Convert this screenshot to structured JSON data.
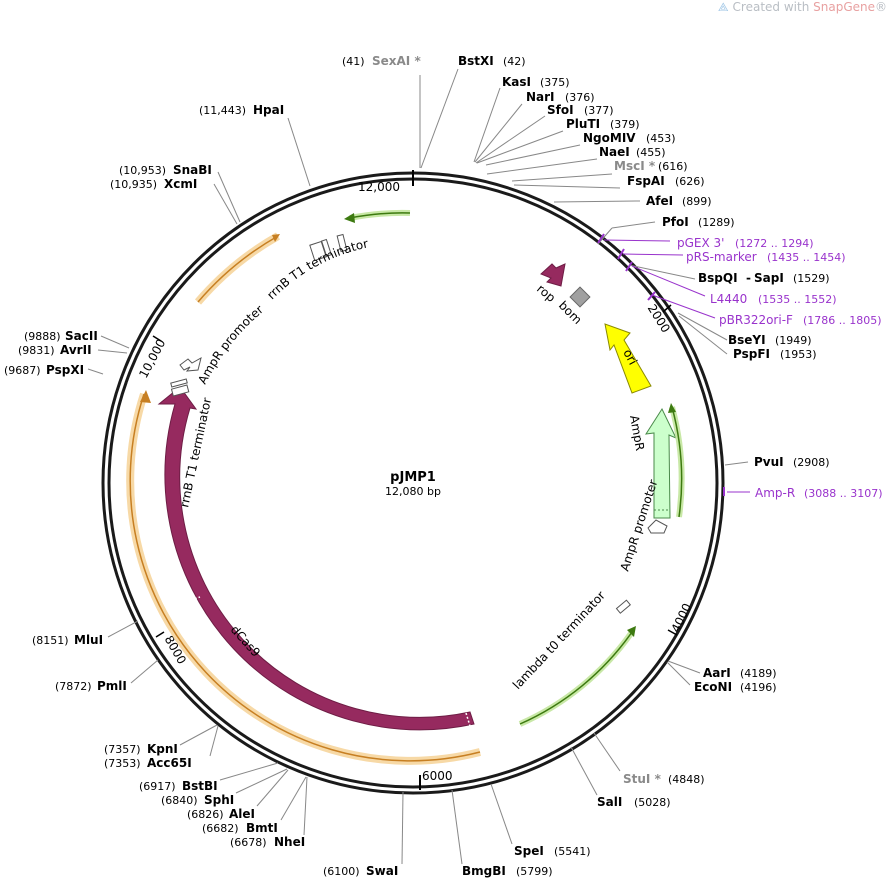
{
  "watermark": {
    "prefix": "Created with ",
    "brand": "SnapGene",
    "suffix": "®"
  },
  "plasmid": {
    "name": "pJMP1",
    "size_label": "12,080 bp"
  },
  "colors": {
    "backbone": "#1a1a1a",
    "dcas9": "#962a5f",
    "rop": "#962a5f",
    "ori": "#ffff00",
    "ampr": "#ccffcc",
    "terminator_arrow": "#66b81c",
    "orange_arc": "#f2b24d",
    "bom": "#a0a0a0",
    "primer": "#9933cc"
  },
  "tick_labels": [
    "12,000",
    "2000",
    "4000",
    "6000",
    "8000",
    "10,000"
  ],
  "sites": [
    {
      "name": "SexAI *",
      "pos": "(41)",
      "gray": true
    },
    {
      "name": "BstXI",
      "pos": "(42)"
    },
    {
      "name": "KasI",
      "pos": "(375)"
    },
    {
      "name": "NarI",
      "pos": "(376)"
    },
    {
      "name": "SfoI",
      "pos": "(377)"
    },
    {
      "name": "PluTI",
      "pos": "(379)"
    },
    {
      "name": "NgoMIV",
      "pos": "(453)"
    },
    {
      "name": "NaeI",
      "pos": "(455)"
    },
    {
      "name": "MscI *",
      "pos": "(616)",
      "gray": true
    },
    {
      "name": "FspAI",
      "pos": "(626)"
    },
    {
      "name": "AfeI",
      "pos": "(899)"
    },
    {
      "name": "PfoI",
      "pos": "(1289)"
    },
    {
      "name": "BspQI",
      "pos": "(1529)",
      "extra": "SapI"
    },
    {
      "name": "BseYI",
      "pos": "(1949)"
    },
    {
      "name": "PspFI",
      "pos": "(1953)"
    },
    {
      "name": "PvuI",
      "pos": "(2908)"
    },
    {
      "name": "AarI",
      "pos": "(4189)"
    },
    {
      "name": "EcoNI",
      "pos": "(4196)"
    },
    {
      "name": "StuI *",
      "pos": "(4848)",
      "gray": true
    },
    {
      "name": "SalI",
      "pos": "(5028)"
    },
    {
      "name": "SpeI",
      "pos": "(5541)"
    },
    {
      "name": "BmgBI",
      "pos": "(5799)"
    },
    {
      "name": "SwaI",
      "pos": "(6100)"
    },
    {
      "name": "NheI",
      "pos": "(6678)"
    },
    {
      "name": "BmtI",
      "pos": "(6682)"
    },
    {
      "name": "AleI",
      "pos": "(6826)"
    },
    {
      "name": "SphI",
      "pos": "(6840)"
    },
    {
      "name": "BstBI",
      "pos": "(6917)"
    },
    {
      "name": "Acc65I",
      "pos": "(7353)"
    },
    {
      "name": "KpnI",
      "pos": "(7357)"
    },
    {
      "name": "PmlI",
      "pos": "(7872)"
    },
    {
      "name": "MluI",
      "pos": "(8151)"
    },
    {
      "name": "PspXI",
      "pos": "(9687)"
    },
    {
      "name": "AvrII",
      "pos": "(9831)"
    },
    {
      "name": "SacII",
      "pos": "(9888)"
    },
    {
      "name": "XcmI",
      "pos": "(10,935)"
    },
    {
      "name": "SnaBI",
      "pos": "(10,953)"
    },
    {
      "name": "HpaI",
      "pos": "(11,443)"
    }
  ],
  "primers": [
    {
      "name": "pGEX 3'",
      "pos": "(1272 .. 1294)"
    },
    {
      "name": "pRS-marker",
      "pos": "(1435 .. 1454)"
    },
    {
      "name": "L4440",
      "pos": "(1535 .. 1552)"
    },
    {
      "name": "pBR322ori-F",
      "pos": "(1786 .. 1805)"
    },
    {
      "name": "Amp-R",
      "pos": "(3088 .. 3107)"
    }
  ],
  "features": {
    "rop": "rop",
    "bom": "bom",
    "ori": "ori",
    "ampr": "AmpR",
    "ampr_promoter_right": "AmpR promoter",
    "lambda_t0": "lambda t0 terminator",
    "dcas9": "dCas9",
    "rrnb_left": "rrnB T1 terminator",
    "ampr_promoter_left": "AmpR promoter",
    "rrnb_top": "rrnB T1 terminator"
  }
}
